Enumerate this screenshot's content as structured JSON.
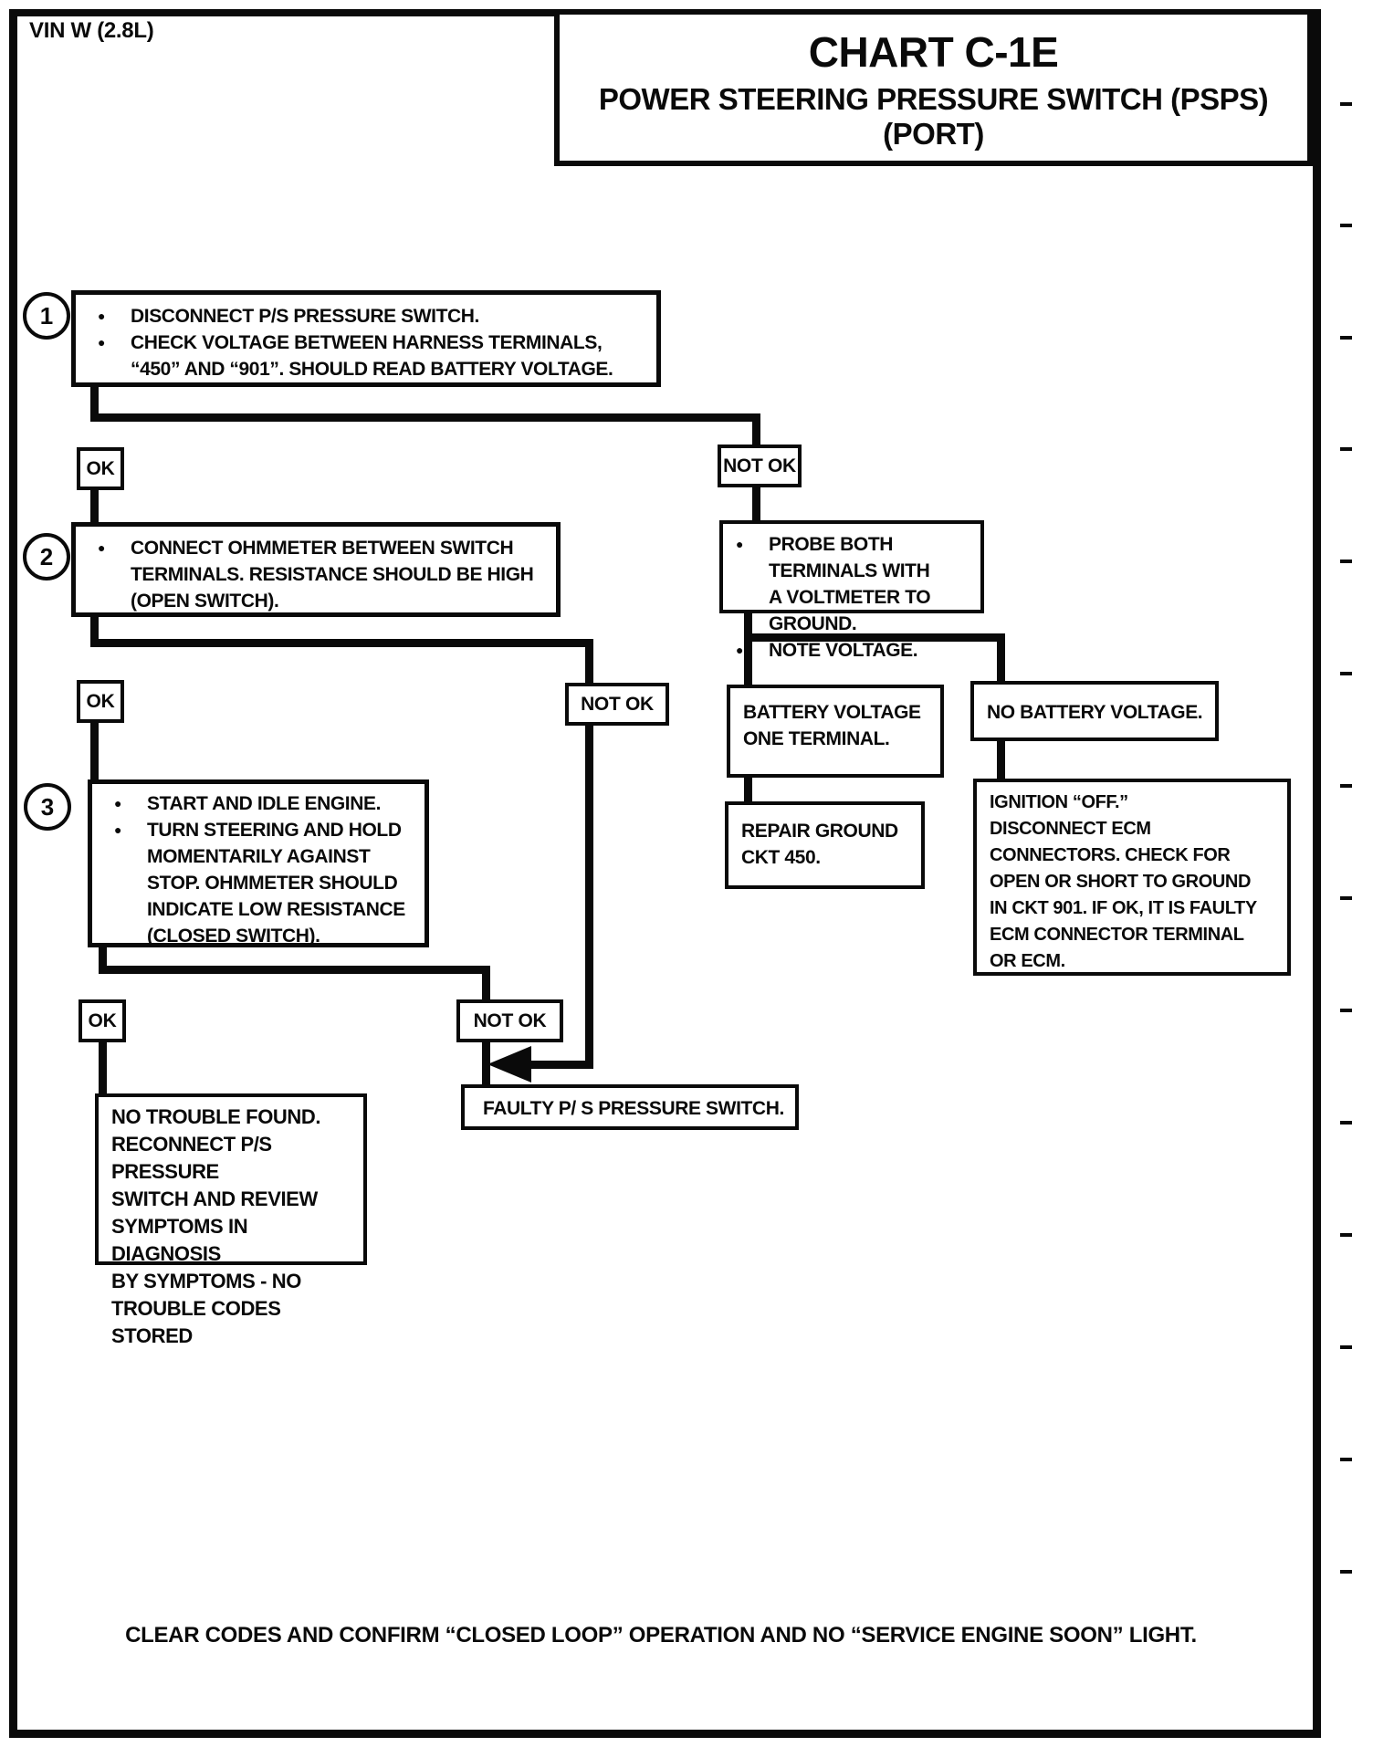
{
  "page": {
    "vin": "VIN W (2.8L)",
    "header": {
      "title": "CHART C-1E",
      "subtitle": "POWER STEERING PRESSURE SWITCH (PSPS)",
      "subtitle2": "(PORT)"
    },
    "footer": "CLEAR CODES AND CONFIRM  “CLOSED LOOP” OPERATION AND NO “SERVICE ENGINE SOON” LIGHT.",
    "colors": {
      "ink": "#0a0a0a",
      "paper": "#ffffff"
    }
  },
  "labels": {
    "ok": "OK",
    "not_ok": "NOT OK",
    "bullet": "●"
  },
  "flow": {
    "step1": {
      "num": "1",
      "lines": [
        {
          "b": true,
          "t": "DISCONNECT P/S PRESSURE SWITCH."
        },
        {
          "b": true,
          "t": "CHECK VOLTAGE BETWEEN HARNESS TERMINALS,"
        },
        {
          "b": false,
          "t": "“450” AND “901”.  SHOULD READ BATTERY VOLTAGE."
        }
      ]
    },
    "step2": {
      "num": "2",
      "lines": [
        {
          "b": true,
          "t": "CONNECT OHMMETER BETWEEN SWITCH"
        },
        {
          "b": false,
          "t": "TERMINALS.  RESISTANCE SHOULD BE HIGH"
        },
        {
          "b": false,
          "t": "(OPEN SWITCH)."
        }
      ]
    },
    "step3": {
      "num": "3",
      "lines": [
        {
          "b": true,
          "t": "START AND IDLE ENGINE."
        },
        {
          "b": true,
          "t": "TURN STEERING AND HOLD"
        },
        {
          "b": false,
          "t": "MOMENTARILY AGAINST"
        },
        {
          "b": false,
          "t": "STOP.  OHMMETER SHOULD"
        },
        {
          "b": false,
          "t": "INDICATE LOW RESISTANCE"
        },
        {
          "b": false,
          "t": "(CLOSED SWITCH)."
        }
      ]
    },
    "probe": {
      "lines": [
        {
          "b": true,
          "t": "PROBE BOTH TERMINALS WITH"
        },
        {
          "b": false,
          "t": "A VOLTMETER TO GROUND."
        },
        {
          "b": true,
          "t": "NOTE VOLTAGE."
        }
      ]
    },
    "battery": {
      "lines": [
        "BATTERY VOLTAGE",
        "ONE TERMINAL."
      ]
    },
    "no_battery": "NO BATTERY VOLTAGE.",
    "repair": {
      "lines": [
        "REPAIR GROUND",
        "CKT 450."
      ]
    },
    "ignition": {
      "lines": [
        "IGNITION “OFF.”",
        "DISCONNECT ECM",
        "CONNECTORS.  CHECK FOR",
        "OPEN OR SHORT TO GROUND",
        "IN CKT 901.  IF OK, IT IS FAULTY",
        "ECM CONNECTOR TERMINAL",
        "OR ECM."
      ]
    },
    "no_trouble": {
      "lines": [
        "NO TROUBLE FOUND.",
        "RECONNECT P/S PRESSURE",
        "SWITCH AND REVIEW",
        "SYMPTOMS IN DIAGNOSIS",
        "BY SYMPTOMS - NO",
        "TROUBLE CODES STORED"
      ]
    },
    "faulty": "FAULTY P/ S PRESSURE SWITCH."
  }
}
